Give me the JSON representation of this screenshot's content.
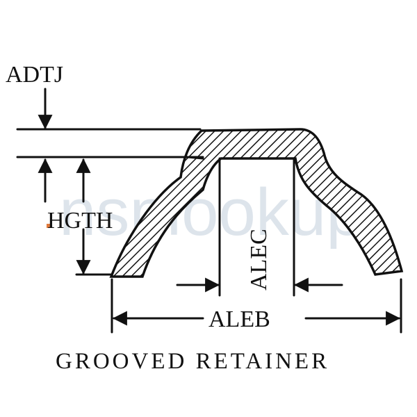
{
  "labels": {
    "adtj": "ADTJ",
    "hgth": "HGTH",
    "alec": "ALEC",
    "aleb": "ALEB",
    "caption": "GROOVED RETAINER",
    "watermark": "nsnlookup"
  },
  "colors": {
    "ink": "#111111",
    "watermark": "#9fb3c8",
    "dot": "#e07a3c"
  }
}
